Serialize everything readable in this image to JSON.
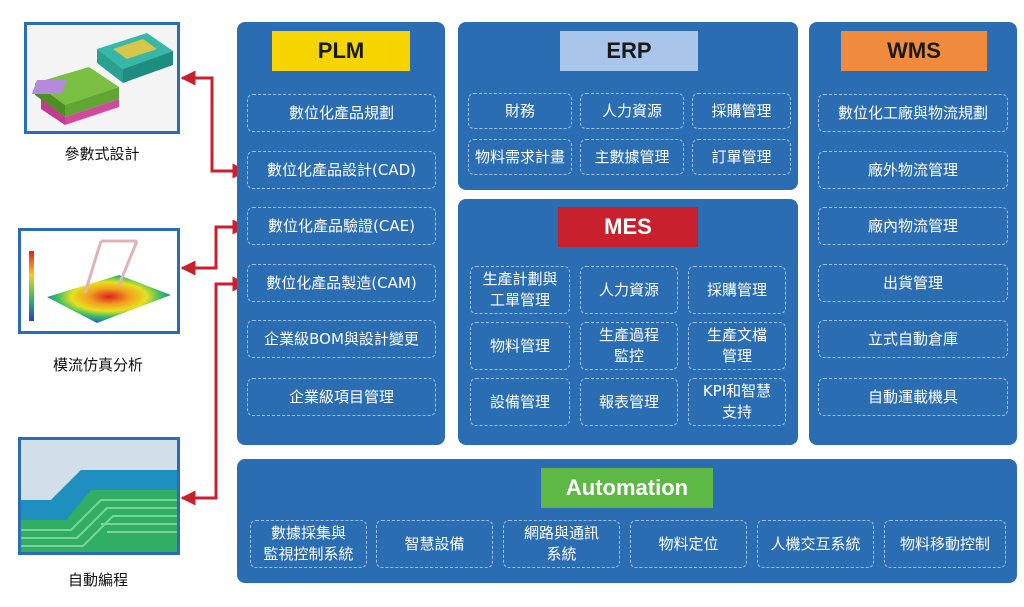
{
  "left": {
    "images": [
      {
        "caption": "參數式設計",
        "icon": "mold-3d-model-image"
      },
      {
        "caption": "模流仿真分析",
        "icon": "mold-flow-heatmap-image"
      },
      {
        "caption": "自動編程",
        "icon": "cnc-toolpath-image"
      }
    ]
  },
  "plm": {
    "title": "PLM",
    "items": [
      "數位化產品規劃",
      "數位化產品設計(CAD)",
      "數位化產品驗證(CAE)",
      "數位化產品製造(CAM)",
      "企業級BOM與設計變更",
      "企業級項目管理"
    ]
  },
  "erp": {
    "title": "ERP",
    "items": [
      "財務",
      "人力資源",
      "採購管理",
      "物料需求計畫",
      "主數據管理",
      "訂單管理"
    ]
  },
  "mes": {
    "title": "MES",
    "items": [
      "生產計劃與\n工單管理",
      "人力資源",
      "採購管理",
      "物料管理",
      "生產過程\n監控",
      "生產文檔\n管理",
      "設備管理",
      "報表管理",
      "KPI和智慧\n支持"
    ]
  },
  "wms": {
    "title": "WMS",
    "items": [
      "數位化工廠與物流規劃",
      "廠外物流管理",
      "廠內物流管理",
      "出貨管理",
      "立式自動倉庫",
      "自動運載機具"
    ]
  },
  "automation": {
    "title": "Automation",
    "items": [
      "數據採集與\n監視控制系統",
      "智慧設備",
      "網路與通訊\n系統",
      "物料定位",
      "人機交互系統",
      "物料移動控制"
    ]
  },
  "colors": {
    "panel": "#2b6db3",
    "plm_header": "#f5d400",
    "erp_header": "#a9c6ea",
    "mes_header": "#c8202c",
    "wms_header": "#f08a3c",
    "automation_header": "#5db846",
    "arrow": "#c8202c"
  }
}
